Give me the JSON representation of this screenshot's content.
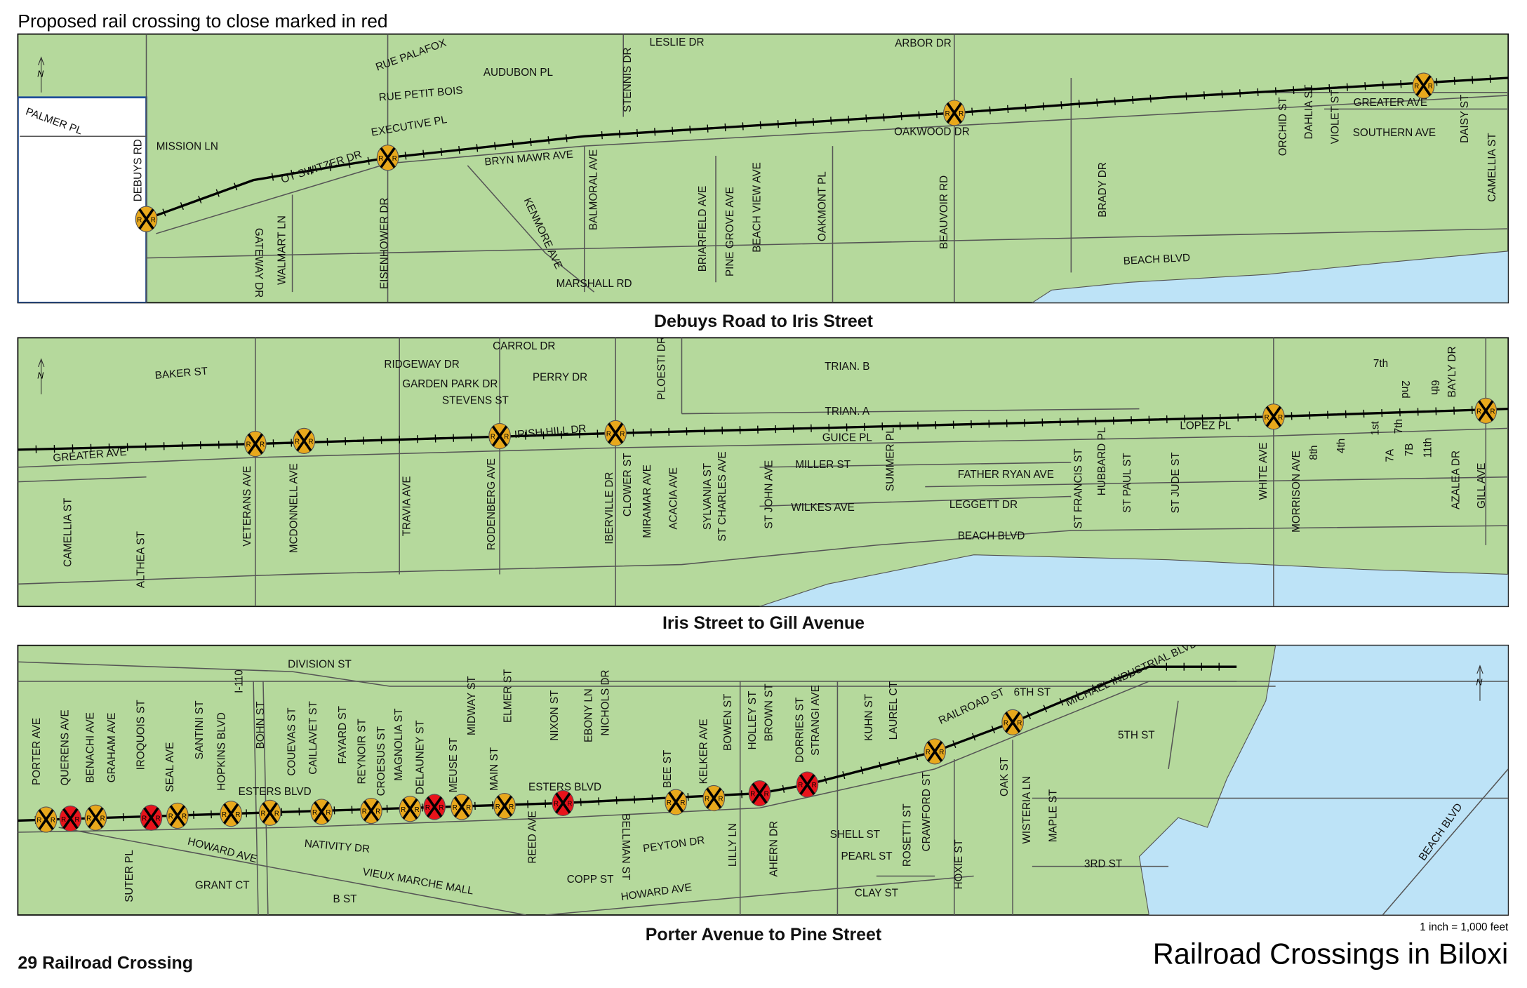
{
  "header": {
    "note": "Proposed rail crossing to close marked in red"
  },
  "footer": {
    "count": "29 Railroad Crossing",
    "scale": "1 inch = 1,000 feet",
    "title": "Railroad Crossings in Biloxi"
  },
  "colors": {
    "land": "#b5d99c",
    "water": "#bde3f7",
    "open_crossing": "#e8a81c",
    "close_crossing": "#e8131b",
    "rail": "#000000",
    "roads": "#555555",
    "boundary": "#1f4e9a"
  },
  "icons": {
    "north_arrow": "north-arrow-icon",
    "crossing": "railroad-crossing-sign-icon"
  },
  "panels": [
    {
      "title": "Debuys Road to Iris Street",
      "streets": [
        "RUE PALAFOX",
        "AUDUBON PL",
        "LESLIE DR",
        "ARBOR DR",
        "RUE PETIT BOIS",
        "STENNIS DR",
        "EXECUTIVE PL",
        "MISSION LN",
        "BRYN MAWR AVE",
        "OT SWITZER DR",
        "DEBUYS RD",
        "GATEWAY DR",
        "WALMART LN",
        "EISENHOWER DR",
        "KENMORE AVE",
        "BALMORAL AVE",
        "MARSHALL RD",
        "BRIARFIELD AVE",
        "PINE GROVE AVE",
        "BEACH VIEW AVE",
        "OAKMONT PL",
        "BEAUVOIR RD",
        "OAKWOOD DR",
        "BRADY DR",
        "ORCHID ST",
        "DAHLIA ST",
        "VIOLET ST",
        "GREATER AVE",
        "SOUTHERN AVE",
        "DAISY ST",
        "CAMELLIA ST",
        "BEACH BLVD",
        "PALMER PL"
      ],
      "crossings": [
        "open",
        "open",
        "open",
        "open"
      ]
    },
    {
      "title": "Iris Street to Gill Avenue",
      "streets": [
        "BAKER ST",
        "RIDGEWAY DR",
        "CARROL DR",
        "GARDEN PARK DR",
        "PERRY DR",
        "STEVENS ST",
        "PLOESTI DR",
        "TRIAN. B",
        "TRIAN. A",
        "7th",
        "2nd",
        "6th",
        "BAYLY DR",
        "GREATER AVE",
        "VETERANS AVE",
        "MCDONNELL AVE",
        "IRISH HILL DR",
        "RODENBERG AVE",
        "TRAVIA AVE",
        "GUICE PL",
        "LOPEZ PL",
        "MILLER ST",
        "FATHER RYAN AVE",
        "WILKES AVE",
        "LEGGETT DR",
        "BEACH BLVD",
        "SUMMER PL",
        "IBERVILLE DR",
        "CLOWER ST",
        "MIRAMAR AVE",
        "ACACIA AVE",
        "SYLVANIA ST",
        "ST CHARLES AVE",
        "ST JOHN AVE",
        "ST FRANCIS ST",
        "HUBBARD PL",
        "ST PAUL ST",
        "ST JUDE ST",
        "WHITE AVE",
        "MORRISON AVE",
        "8th",
        "4th",
        "1st",
        "7th",
        "7A",
        "7B",
        "11th",
        "AZALEA DR",
        "GILL AVE",
        "CAMELLIA ST",
        "ALTHEA ST"
      ],
      "crossings": [
        "open",
        "open",
        "open",
        "open",
        "open",
        "open"
      ]
    },
    {
      "title": "Porter Avenue to Pine Street",
      "streets": [
        "DIVISION ST",
        "PORTER AVE",
        "QUERENS AVE",
        "BENACHI AVE",
        "GRAHAM AVE",
        "IROQUOIS ST",
        "SEAL AVE",
        "SANTINI ST",
        "HOPKINS BLVD",
        "I-110",
        "BOHN ST",
        "COUEVAS ST",
        "CAILLAVET ST",
        "FAYARD ST",
        "REYNOIR ST",
        "CROESUS ST",
        "MAGNOLIA ST",
        "DELAUNEY ST",
        "MEUSE ST",
        "MIDWAY ST",
        "MAIN ST",
        "ELMER ST",
        "NIXON ST",
        "EBONY LN",
        "NICHOLS DR",
        "BEE ST",
        "KELKER AVE",
        "BOWEN ST",
        "HOLLEY ST",
        "BROWN ST",
        "DORRIES ST",
        "STRANGI AVE",
        "KUHN ST",
        "LAUREL CT",
        "CRAWFORD ST",
        "OAK ST",
        "WISTERIA LN",
        "MAPLE ST",
        "ESTERS BLVD",
        "ESTERS BLVD",
        "RAILROAD ST",
        "MICHAEL INDUSTRIAL BLVD",
        "6TH ST",
        "5TH ST",
        "HOWARD AVE",
        "NATIVITY DR",
        "VIEUX MARCHE MALL",
        "GRANT CT",
        "B ST",
        "SUTER PL",
        "REED AVE",
        "BELLMAN ST",
        "PEYTON DR",
        "COPP ST",
        "HOWARD AVE",
        "LILLY LN",
        "AHERN DR",
        "SHELL ST",
        "PEARL ST",
        "CLAY ST",
        "ROSETTI ST",
        "HOXIE ST",
        "3RD ST",
        "BEACH BLVD"
      ],
      "crossings": [
        "open",
        "close",
        "open",
        "close",
        "open",
        "open",
        "open",
        "open",
        "open",
        "open",
        "close",
        "open",
        "open",
        "close",
        "open",
        "open",
        "close",
        "close",
        "open",
        "open"
      ]
    }
  ]
}
